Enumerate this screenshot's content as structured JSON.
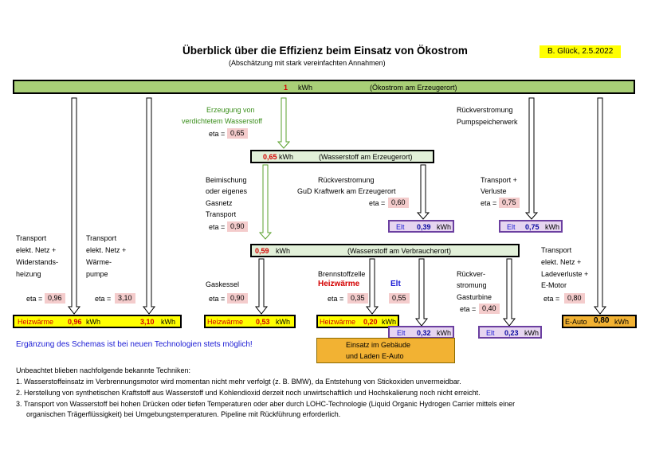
{
  "header": {
    "title": "Überblick über die Effizienz beim Einsatz von Ökostrom",
    "subtitle": "(Abschätzung mit stark vereinfachten Annahmen)",
    "author": "B. Glück, 2.5.2022"
  },
  "top_bar": {
    "value": "1",
    "unit": "kWh",
    "label": "(Ökostrom am Erzeugerort)"
  },
  "electrolysis": {
    "line1": "Erzeugung von",
    "line2": "verdichtetem Wasserstoff",
    "eta_label": "eta =",
    "eta": "0,65"
  },
  "pumped_storage": {
    "line1": "Rückverstromung",
    "line2": "Pumpspeicherwerk"
  },
  "h2_source_bar": {
    "value": "0,65",
    "unit": "kWh",
    "label": "(Wasserstoff am Erzeugerort)"
  },
  "blend": {
    "line1": "Beimischung",
    "line2": "oder eigenes",
    "line3": "Gasnetz",
    "line4": "Transport",
    "eta_label": "eta =",
    "eta": "0,90"
  },
  "gud": {
    "line1": "Rückverstromung",
    "line2": "GuD Kraftwerk am Erzeugerort",
    "eta_label": "eta =",
    "eta": "0,60"
  },
  "pumped_transport": {
    "line1": "Transport +",
    "line2": "Verluste",
    "eta_label": "eta =",
    "eta": "0,75"
  },
  "elt_gud": {
    "label": "Elt",
    "value": "0,39",
    "unit": "kWh"
  },
  "elt_pump": {
    "label": "Elt",
    "value": "0,75",
    "unit": "kWh"
  },
  "h2_user_bar": {
    "value": "0,59",
    "unit": "kWh",
    "label": "(Wasserstoff am Verbraucherort)"
  },
  "resistance": {
    "line1": "Transport",
    "line2": "elekt. Netz +",
    "line3": "Widerstands-",
    "line4": "heizung",
    "eta_label": "eta =",
    "eta": "0,96"
  },
  "heatpump": {
    "line1": "Transport",
    "line2": "elekt. Netz +",
    "line3": "Wärme-",
    "line4": "pumpe",
    "eta_label": "eta =",
    "eta": "3,10"
  },
  "boiler": {
    "line1": "Gaskessel",
    "eta_label": "eta =",
    "eta": "0,90"
  },
  "fuelcell": {
    "line1": "Brennstoffzelle",
    "heat_label": "Heizwärme",
    "elt_label": "Elt",
    "eta_label": "eta =",
    "eta_heat": "0,35",
    "eta_elt": "0,55"
  },
  "gasturbine": {
    "line1": "Rückver-",
    "line2": "stromung",
    "line3": "Gasturbine",
    "eta_label": "eta =",
    "eta": "0,40"
  },
  "ecar_path": {
    "line1": "Transport",
    "line2": "elekt. Netz +",
    "line3": "Ladeverluste +",
    "line4": "E-Motor",
    "eta_label": "eta =",
    "eta": "0,80"
  },
  "results": {
    "heat1": {
      "label": "Heizwärme",
      "value1": "0,96",
      "unit1": "kWh",
      "value2": "3,10",
      "unit2": "kWh"
    },
    "heat2": {
      "label": "Heizwärme",
      "value": "0,53",
      "unit": "kWh"
    },
    "heat3": {
      "label": "Heizwärme",
      "value": "0,20",
      "unit": "kWh"
    },
    "elt_fc": {
      "label": "Elt",
      "value": "0,32",
      "unit": "kWh"
    },
    "elt_gt": {
      "label": "Elt",
      "value": "0,23",
      "unit": "kWh"
    },
    "ecar": {
      "label": "E-Auto",
      "value": "0,80",
      "unit": "kWh"
    },
    "usage": {
      "line1": "Einsatz im Gebäude",
      "line2": "und Laden E-Auto"
    }
  },
  "note": "Ergänzung des Schemas ist bei neuen Technologien stets möglich!",
  "footnotes": {
    "intro": "Unbeachtet blieben nachfolgende bekannte Techniken:",
    "items": [
      "1. Wasserstoffeinsatz im Verbrennungsmotor wird momentan nicht mehr verfolgt (z. B. BMW), da Entstehung von Stickoxiden unvermeidbar.",
      "2. Herstellung von synthetischen Kraftstoff aus Wasserstoff und Kohlendioxid derzeit noch unwirtschaftlich und Hochskalierung noch nicht erreicht.",
      "3. Transport von Wasserstoff bei hohen Drücken oder tiefen Temperaturen oder aber durch LOHC-Technologie (Liquid Organic Hydrogen Carrier mittels einer",
      "organischen Trägerflüssigkeit) bei Umgebungstemperaturen. Pipeline mit Rückführung erforderlich."
    ]
  },
  "colors": {
    "green_bar": "#a9cf77",
    "light_green": "#e2f0d9",
    "yellow": "#ffff00",
    "lilac": "#e6d5f0",
    "orange": "#f2b233",
    "red": "#d40000",
    "blue": "#1a1ad4",
    "pink": "#f4cccc"
  }
}
